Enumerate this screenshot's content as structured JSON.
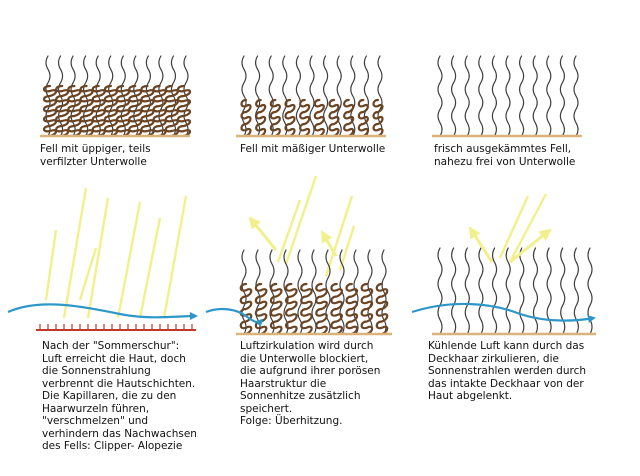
{
  "panels": [
    {
      "id": "p1",
      "caption": "Fell mit üppiger, teils\nverfilzter Unterwolle"
    },
    {
      "id": "p2",
      "caption": "Fell mit mäßiger Unterwolle"
    },
    {
      "id": "p3",
      "caption": "frisch ausgekämmtes Fell,\nnahezu frei von Unterwolle"
    },
    {
      "id": "p4",
      "caption": "Nach der \"Sommerschur\":\nLuft erreicht die Haut, doch\ndie Sonnenstrahlung\nverbrennt die Hautschichten.\nDie Kapillaren, die zu den\nHaarwurzeln führen,\n\"verschmelzen\" und\nverhindern das Nachwachsen\ndes Fells: Clipper- Alopezie"
    },
    {
      "id": "p5",
      "caption": "Luftzirkulation wird durch\ndie Unterwolle blockiert,\ndie aufgrund ihrer porösen\nHaarstruktur die\nSonnenhitze zusätzlich\nspeichert.\nFolge: Überhitzung."
    },
    {
      "id": "p6",
      "caption": "Kühlende Luft kann durch das\nDeckhaar zirkulieren, die\nSonnenstrahlen werden durch\ndas intakte Deckhaar von der\nHaut abgelenkt."
    }
  ],
  "colors": {
    "guard_hair": "#3d3d3d",
    "undercoat": "#6b4423",
    "skin": "#d9b37a",
    "skin_damaged": "#c0392b",
    "sun_ray": "#f2f08c",
    "air_flow": "#2e97c9"
  }
}
